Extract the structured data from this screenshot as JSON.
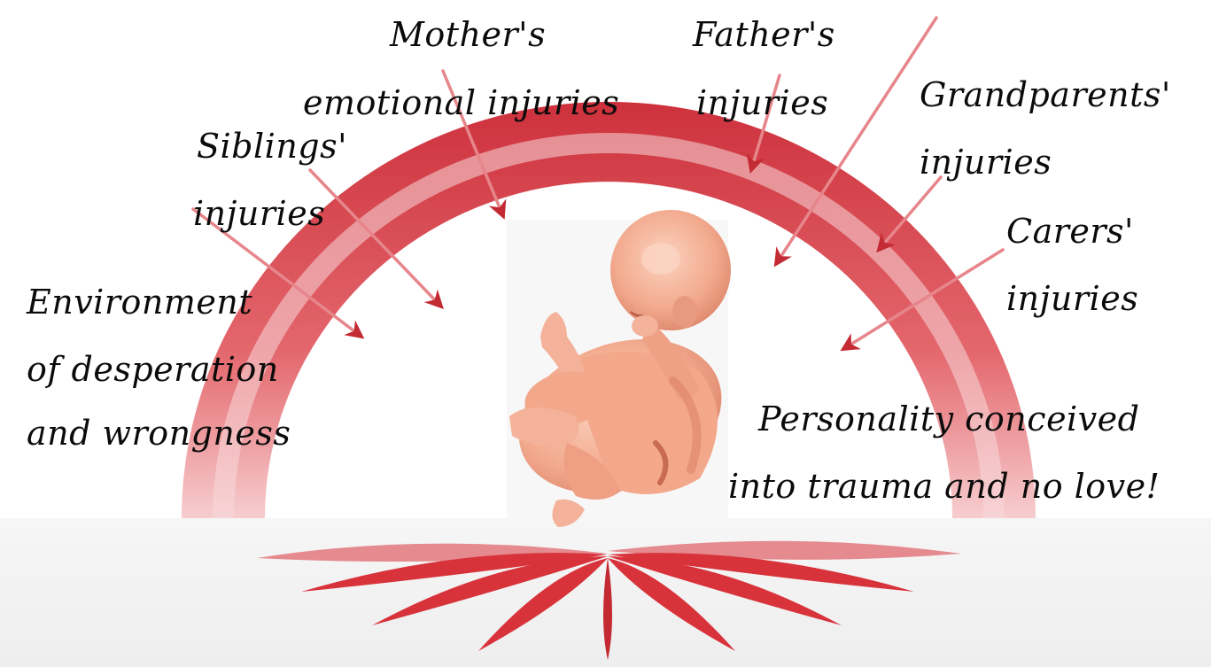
{
  "labels": {
    "mother_line1": "Mother's",
    "mother_line2": "emotional injuries",
    "father_line1": "Father's",
    "father_line2": "injuries",
    "siblings_line1": "Siblings'",
    "siblings_line2": "injuries",
    "grandparents_line1": "Grandparents'",
    "grandparents_line2": "injuries",
    "carers_line1": "Carers'",
    "carers_line2": "injuries",
    "environment_line1": "Environment",
    "environment_line2": "of desperation",
    "environment_line3": "and wrongness",
    "personality_line1": "Personality conceived",
    "personality_line2": "into trauma and no love!"
  },
  "colors": {
    "arc": "#d8333b",
    "arrow": "#c42a33",
    "fetus": "#f3a88c",
    "fetus_shadow": "#d97a62",
    "floor": "#f1f1f1"
  },
  "icons": [
    "fetus-illustration",
    "arrow-icon"
  ]
}
